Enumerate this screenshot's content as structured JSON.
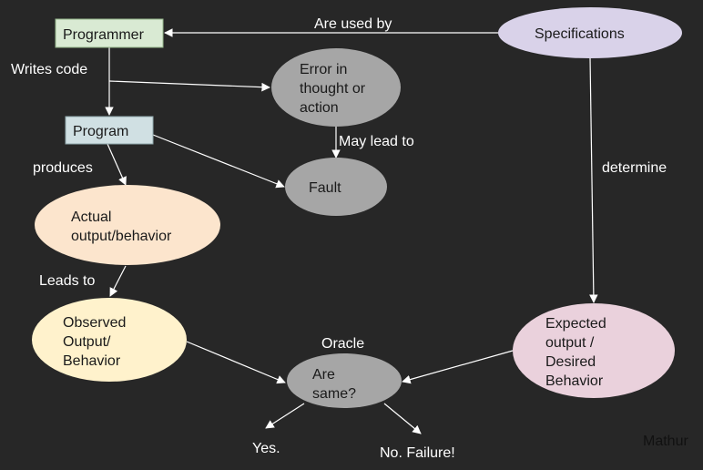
{
  "nodes": {
    "programmer": {
      "label": [
        "Programmer"
      ],
      "fill": "#d9ead3"
    },
    "specifications": {
      "label": [
        "Specifications"
      ],
      "fill": "#d9d2e9"
    },
    "error": {
      "label": [
        "Error in",
        "thought or",
        "action"
      ],
      "fill": "#a6a6a6"
    },
    "program": {
      "label": [
        "Program"
      ],
      "fill": "#d0e0e3"
    },
    "fault": {
      "label": [
        "Fault"
      ],
      "fill": "#a6a6a6"
    },
    "actual": {
      "label": [
        "Actual",
        "output/behavior"
      ],
      "fill": "#fce5cd"
    },
    "observed": {
      "label": [
        "Observed",
        "Output/",
        "Behavior"
      ],
      "fill": "#fff2cc"
    },
    "expected": {
      "label": [
        "Expected",
        "output /",
        "Desired",
        "Behavior"
      ],
      "fill": "#ead1dc"
    },
    "oracle": {
      "label": [
        "Are",
        "same?"
      ],
      "fill": "#a6a6a6"
    }
  },
  "edge_labels": {
    "are_used_by": "Are used by",
    "writes_code": "Writes code",
    "may_lead_to": "May lead to",
    "produces": "produces",
    "determine": "determine",
    "leads_to": "Leads to",
    "oracle": "Oracle",
    "yes": "Yes.",
    "failure": "No. Failure!"
  },
  "credit": "Mathur",
  "colors": {
    "background": "#272727",
    "edge": "#ffffff",
    "label": "#ffffff"
  }
}
